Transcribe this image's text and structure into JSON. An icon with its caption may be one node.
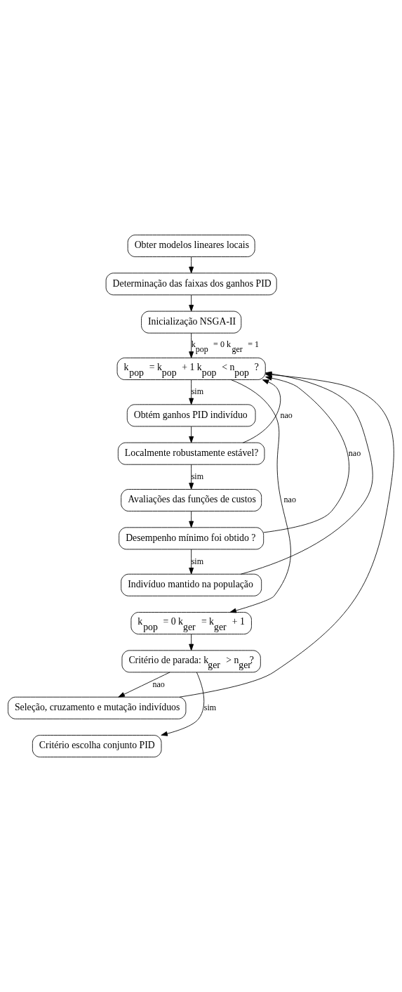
{
  "diagram": {
    "nodes": [
      {
        "text": [
          "Obter modelos lineares locais"
        ]
      },
      {
        "text": [
          "Determinação das faixas dos ganhos PID"
        ]
      },
      {
        "text": [
          "Inicialização NSGA-II"
        ]
      },
      {
        "text": [
          "k$_{pop}$ = k$_{pop}$ + 1 k$_{pop}$ < n$_{pop}$ ?"
        ]
      },
      {
        "text": [
          "Obtém ganhos PID indivíduo"
        ]
      },
      {
        "text": [
          "Localmente robustamente estável?"
        ]
      },
      {
        "text": [
          "Avaliações das funções de custos"
        ]
      },
      {
        "text": [
          "Desempenho mínimo foi obtido ?"
        ]
      },
      {
        "text": [
          "Indivíduo mantido na população"
        ]
      },
      {
        "text": [
          "k$_{pop}$ = 0 k$_{ger}$ = k$_{ger}$ + 1"
        ]
      },
      {
        "text": [
          "Critério de parada: k$_{ger}$ > n$_{ger}$?"
        ]
      },
      {
        "text": [
          "Seleção, cruzamento e mutação indivíduos"
        ]
      },
      {
        "text": [
          "Critério escolha conjunto PID"
        ]
      }
    ],
    "edges": [
      {
        "from": 0,
        "to": 1,
        "arrow": "to"
      },
      {
        "from": 1,
        "to": 2,
        "arrow": "to"
      },
      {
        "from": 2,
        "to": 3,
        "arrow": "to",
        "label": "k$_{pop}$ = 0 k$_{ger}$ = 1"
      },
      {
        "from": 3,
        "to": 4,
        "arrow": "to",
        "label": "sim"
      },
      {
        "from": 3,
        "to": 9,
        "arrow": "to",
        "label": "nao"
      },
      {
        "from": 4,
        "to": 5,
        "arrow": "to"
      },
      {
        "from": 5,
        "to": 3,
        "arrow": "to",
        "label": "nao"
      },
      {
        "from": 5,
        "to": 6,
        "arrow": "to",
        "label": "sim"
      },
      {
        "from": 6,
        "to": 7,
        "arrow": "to"
      },
      {
        "from": 7,
        "to": 3,
        "arrow": "to",
        "label": "nao"
      },
      {
        "from": 7,
        "to": 8,
        "arrow": "to",
        "label": "sim"
      },
      {
        "from": 8,
        "to": 3,
        "arrow": "to"
      },
      {
        "from": 9,
        "to": 10,
        "arrow": "to"
      },
      {
        "from": 10,
        "to": 12,
        "arrow": "to",
        "label": "sim"
      },
      {
        "from": 10,
        "to": 11,
        "arrow": "to",
        "label": "nao"
      },
      {
        "from": 11,
        "to": 3,
        "arrow": "to"
      }
    ]
  }
}
